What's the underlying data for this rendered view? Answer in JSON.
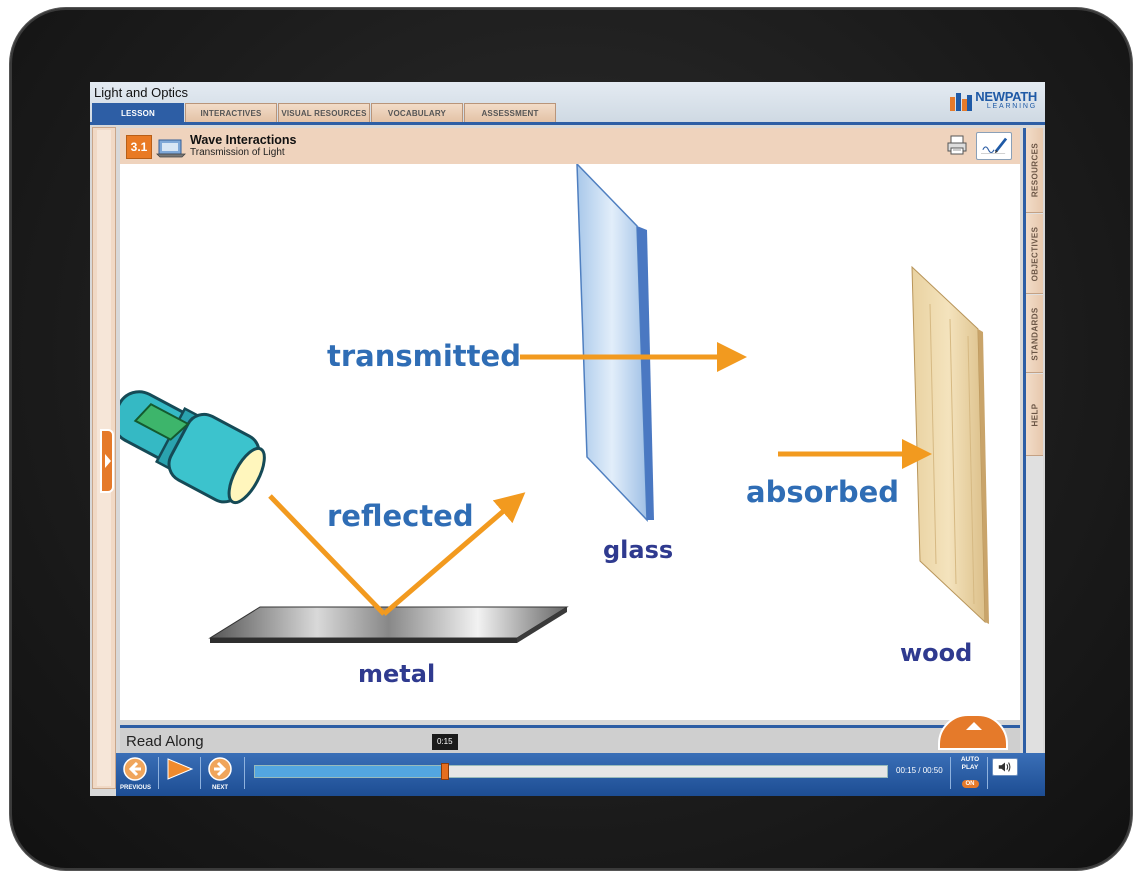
{
  "app": {
    "title": "Light and Optics"
  },
  "tabs": [
    {
      "label": "LESSON",
      "active": true
    },
    {
      "label": "INTERACTIVES",
      "active": false
    },
    {
      "label": "VISUAL RESOURCES",
      "active": false
    },
    {
      "label": "VOCABULARY",
      "active": false
    },
    {
      "label": "ASSESSMENT",
      "active": false
    }
  ],
  "logo": {
    "line1": "NEWPATH",
    "line2": "LEARNING"
  },
  "lesson": {
    "number": "3.1",
    "title": "Wave Interactions",
    "subtitle": "Transmission of Light"
  },
  "side_tabs": [
    "RESOURCES",
    "OBJECTIVES",
    "STANDARDS",
    "HELP"
  ],
  "diagram": {
    "labels": {
      "transmitted": "transmitted",
      "reflected": "reflected",
      "absorbed": "absorbed",
      "glass": "glass",
      "metal": "metal",
      "wood": "wood"
    },
    "colors": {
      "action_label": "#2f6db5",
      "material_label": "#2f3a8f",
      "arrow": "#f29a1f"
    }
  },
  "read_along": {
    "label": "Read Along"
  },
  "controls": {
    "previous_label": "PREVIOUS",
    "next_label": "NEXT",
    "current_time": "0:15",
    "time_readout": "00:15 / 00:50",
    "progress_fraction": 0.3,
    "autoplay_label_1": "AUTO",
    "autoplay_label_2": "PLAY",
    "autoplay_state": "ON"
  },
  "colors": {
    "accent_blue": "#2d5ea5",
    "accent_orange": "#e57a2a",
    "tab_bg": "#efd3bd"
  },
  "icons": {
    "print": "print-icon",
    "notes": "notes-icon",
    "volume": "volume-icon",
    "previous": "previous-icon",
    "play": "play-icon",
    "next": "next-icon"
  }
}
